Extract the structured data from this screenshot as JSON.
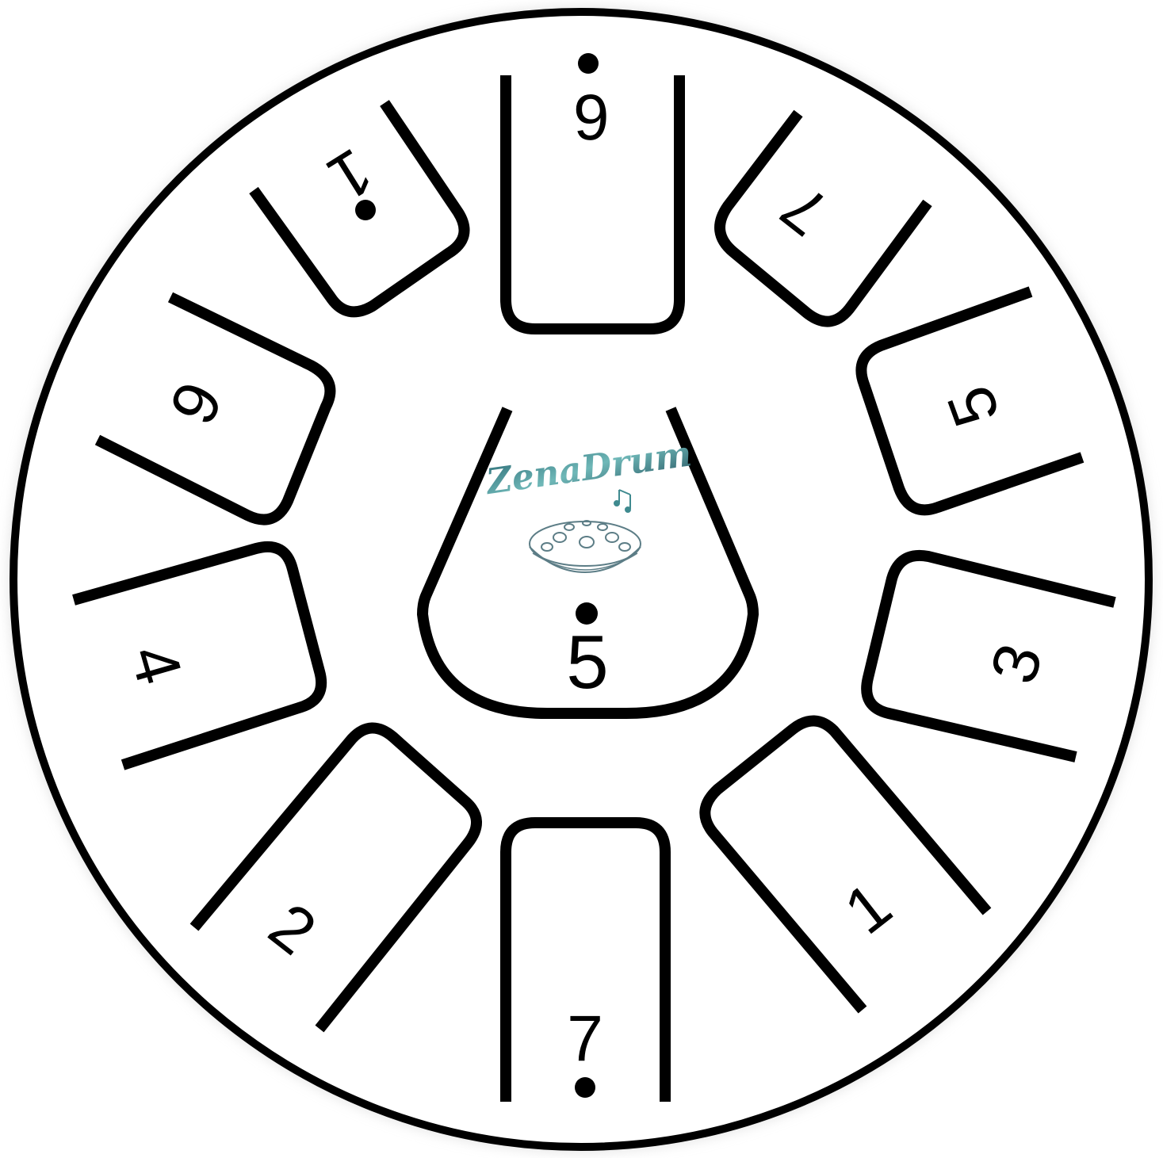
{
  "logo": {
    "text": "ZenaDrum",
    "color": "#3f8a8f",
    "icon": "handpan-icon",
    "note_icon": "music-notes-icon"
  },
  "center_note": {
    "label": "5",
    "octave_dot": "above"
  },
  "notes": [
    {
      "id": "top",
      "label": "6",
      "octave_dot": "above",
      "rotation_deg": 180
    },
    {
      "id": "upper-left",
      "label": "1",
      "octave_dot": "below",
      "rotation_deg": 148
    },
    {
      "id": "upper-right",
      "label": "7",
      "octave_dot": "none",
      "rotation_deg": 218
    },
    {
      "id": "left-upper",
      "label": "6",
      "octave_dot": "none",
      "rotation_deg": 116
    },
    {
      "id": "right-upper",
      "label": "5",
      "octave_dot": "none",
      "rotation_deg": 250
    },
    {
      "id": "left",
      "label": "4",
      "octave_dot": "none",
      "rotation_deg": 74
    },
    {
      "id": "right",
      "label": "3",
      "octave_dot": "none",
      "rotation_deg": 286
    },
    {
      "id": "lower-left",
      "label": "2",
      "octave_dot": "none",
      "rotation_deg": 38
    },
    {
      "id": "lower-right",
      "label": "1",
      "octave_dot": "none",
      "rotation_deg": 322
    },
    {
      "id": "bottom",
      "label": "7",
      "octave_dot": "below",
      "rotation_deg": 0
    }
  ]
}
